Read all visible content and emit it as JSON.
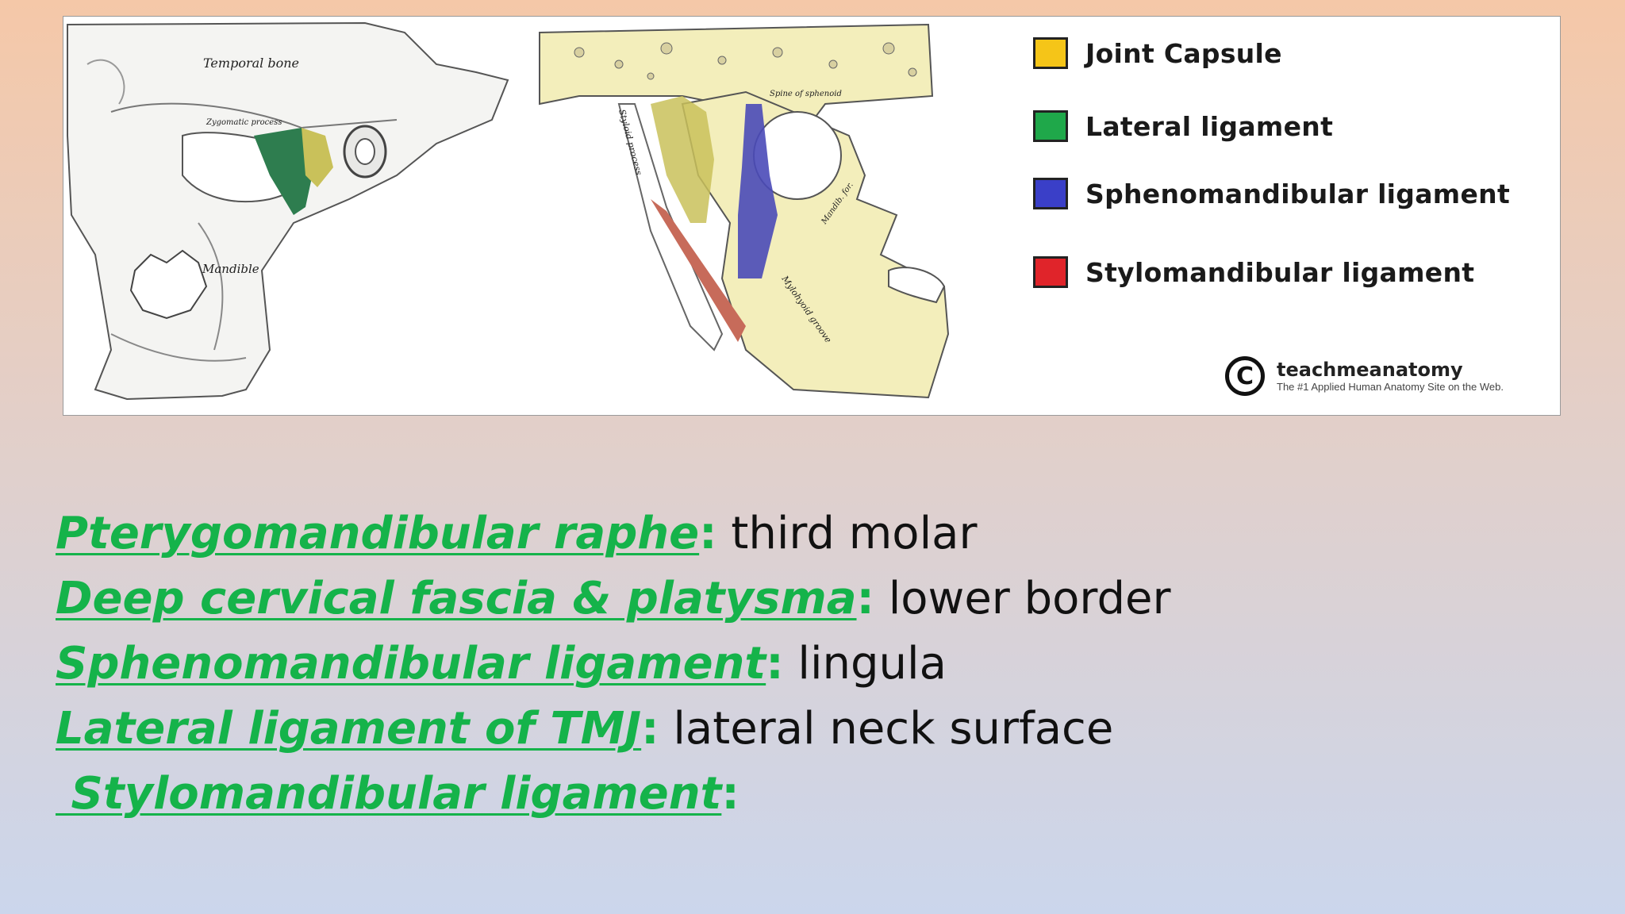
{
  "figure": {
    "labels": {
      "temporal_bone": "Temporal bone",
      "zygomatic_process": "Zygomatic process",
      "mandible": "Mandible",
      "styloid_process": "Styloid process",
      "spine_of_sphenoid": "Spine of sphenoid",
      "mandibular_foramen": "Mandib. for.",
      "mylohyoid_groove": "Mylohyoid groove"
    },
    "legend": [
      {
        "label": "Joint Capsule",
        "color": "#f5c518"
      },
      {
        "label": "Lateral ligament",
        "color": "#1fa84a"
      },
      {
        "label": "Sphenomandibular ligament",
        "color": "#3a3fc8"
      },
      {
        "label": "Stylomandibular ligament",
        "color": "#e0242a"
      }
    ],
    "brand": {
      "name": "teachmeanatomy",
      "tagline": "The #1 Applied Human Anatomy Site on the Web.",
      "icon": "copyright-icon"
    }
  },
  "notes": [
    {
      "term": "Pterygomandibular raphe",
      "colon": ":",
      "desc": " third molar"
    },
    {
      "term": "Deep cervical fascia & platysma",
      "colon": ":",
      "desc": " lower border"
    },
    {
      "term": "Sphenomandibular ligament",
      "colon": ":",
      "desc": " lingula"
    },
    {
      "term": "Lateral ligament of TMJ",
      "colon": ":",
      "desc": " lateral neck surface"
    },
    {
      "term": " Stylomandibular ligament",
      "colon": ":",
      "desc": ""
    }
  ]
}
